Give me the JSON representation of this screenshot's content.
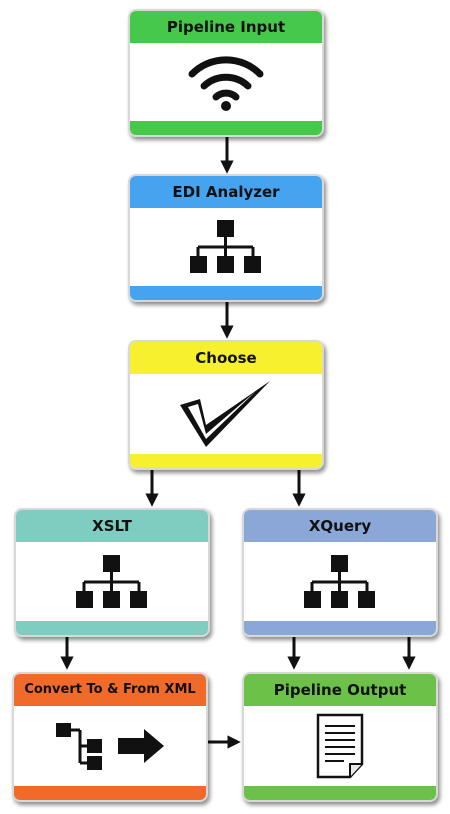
{
  "nodes": {
    "pipeline_input": {
      "label": "Pipeline Input",
      "icon": "wifi-icon",
      "color": "#46c94a"
    },
    "edi_analyzer": {
      "label": "EDI Analyzer",
      "icon": "hierarchy-icon",
      "color": "#45a3f0"
    },
    "choose": {
      "label": "Choose",
      "icon": "checkmark-icon",
      "color": "#f6f02e"
    },
    "xslt": {
      "label": "XSLT",
      "icon": "hierarchy-icon",
      "color": "#7ecdc0"
    },
    "xquery": {
      "label": "XQuery",
      "icon": "hierarchy-icon",
      "color": "#8aa7d8"
    },
    "convert": {
      "label": "Convert To & From XML",
      "icon": "tree-convert-icon",
      "color": "#f06a2a"
    },
    "pipeline_output": {
      "label": "Pipeline Output",
      "icon": "document-icon",
      "color": "#6cc248"
    }
  },
  "edges": [
    {
      "from": "Pipeline Input",
      "to": "EDI Analyzer"
    },
    {
      "from": "EDI Analyzer",
      "to": "Choose"
    },
    {
      "from": "Choose",
      "to": "XSLT"
    },
    {
      "from": "Choose",
      "to": "XQuery"
    },
    {
      "from": "XSLT",
      "to": "Convert To & From XML"
    },
    {
      "from": "XQuery",
      "to": "Pipeline Output"
    },
    {
      "from": "XQuery",
      "to": "Pipeline Output"
    },
    {
      "from": "Convert To & From XML",
      "to": "Pipeline Output"
    }
  ]
}
